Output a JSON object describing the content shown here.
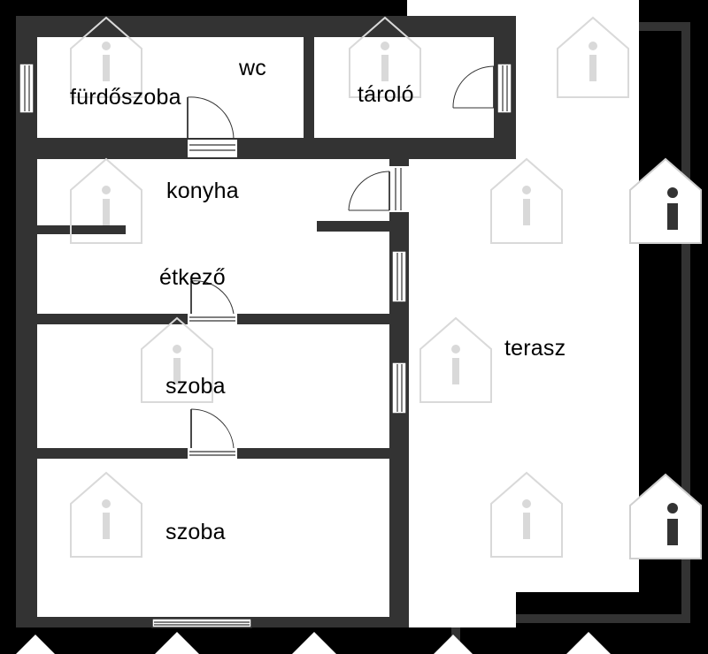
{
  "rooms": {
    "furdoszoba": "fürdőszoba",
    "wc": "wc",
    "tarolo": "tároló",
    "konyha": "konyha",
    "etkezo": "étkező",
    "szoba_1": "szoba",
    "szoba_2": "szoba",
    "terasz": "terasz"
  },
  "colors": {
    "background": "#000000",
    "floor": "#ffffff",
    "wall": "#333333",
    "watermark": "#d9d9d9"
  },
  "icons": {
    "watermark": "house-info-icon"
  }
}
